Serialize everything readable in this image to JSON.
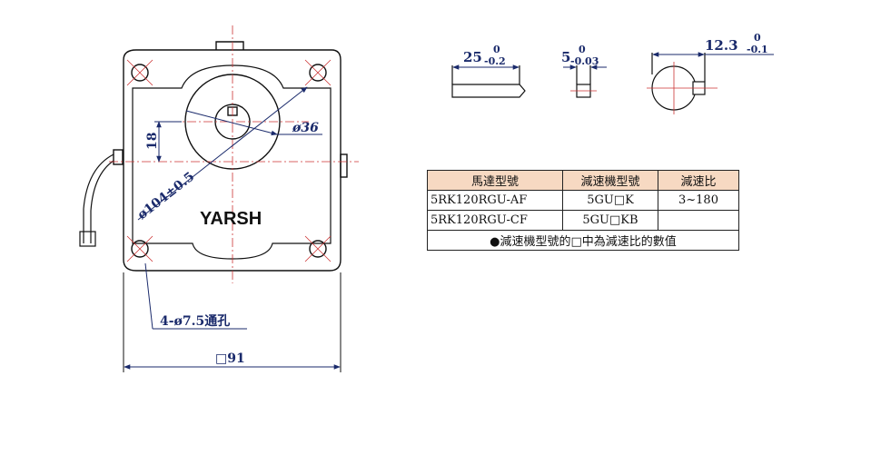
{
  "labels": {
    "brand": "YARSH",
    "dia_shaft_boss": "ø36",
    "offset_18": "18",
    "pcd": "ø104±0.5",
    "holes": "4-ø7.5通孔",
    "square": "□91",
    "shaft_len_main": "25",
    "shaft_len_tol_upper": "0",
    "shaft_len_tol_lower": "-0.2",
    "key_w_main": "5",
    "key_w_tol_upper": "0",
    "key_w_tol_lower": "-0.03",
    "key_h_main": "12.3",
    "key_h_tol_upper": "0",
    "key_h_tol_lower": "-0.1"
  },
  "table": {
    "headers": [
      "馬達型號",
      "減速機型號",
      "減速比"
    ],
    "rows": [
      [
        "5RK120RGU-AF",
        "5GU□K",
        "3~180"
      ],
      [
        "5RK120RGU-CF",
        "5GU□KB",
        ""
      ]
    ],
    "note": "●減速機型號的□中為減速比的數值"
  },
  "colors": {
    "line": "#111111",
    "dimension": "#1a2a6b",
    "centerline": "#cc3333",
    "header_bg": "#f7d9c2"
  }
}
